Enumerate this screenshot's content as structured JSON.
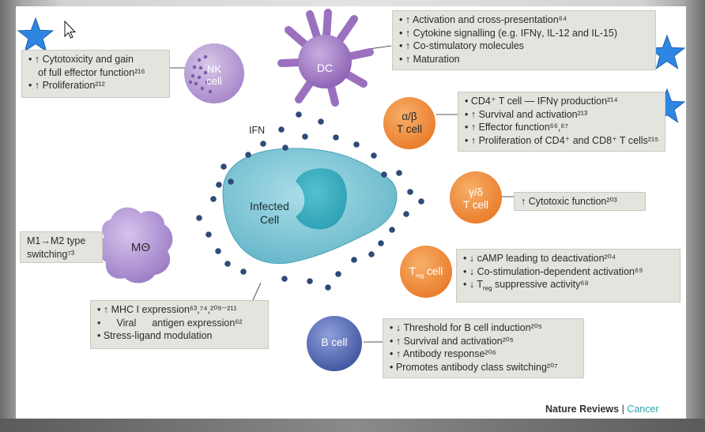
{
  "diagram": {
    "cells": {
      "nk": {
        "line1": "NK",
        "line2": "cell"
      },
      "dc": {
        "label": "DC"
      },
      "ab": {
        "line1": "α/β",
        "line2": "T cell"
      },
      "gd": {
        "line1": "γ/δ",
        "line2": "T cell"
      },
      "treg": {
        "label": "cell",
        "t": "T",
        "sub": "reg"
      },
      "b": {
        "label": "B cell"
      },
      "mo": {
        "label": "MΘ"
      },
      "infected": {
        "line1": "Infected",
        "line2": "Cell"
      }
    },
    "ifn_label": "IFN",
    "boxes": {
      "nk": [
        "• ↑ Cytotoxicity and gain",
        "of full effector function²¹⁶",
        "• ↑ Proliferation²¹²"
      ],
      "dc": [
        "• ↑ Activation and cross-presentation⁶⁴",
        "• ↑ Cytokine signalling (e.g. IFNγ, IL-12 and IL-15)",
        "• ↑ Co-stimulatory molecules",
        "• ↑ Maturation"
      ],
      "ab": [
        "• CD4⁺ T cell — IFNγ production²¹⁴",
        "• ↑ Survival and activation²¹³",
        "• ↑ Effector function⁶⁶,⁶⁷",
        "• ↑ Proliferation of CD4⁺ and CD8⁺ T cells²¹⁵"
      ],
      "gd": [
        "↑ Cytotoxic function²⁰³"
      ],
      "treg": {
        "line1": "• ↓ cAMP leading to deactivation²⁰⁴",
        "line2": "• ↓ Co-stimulation-dependent activation⁶⁹",
        "line3_pre": "• ↓ T",
        "line3_sub": "reg",
        "line3_post": " suppressive activity⁶⁸"
      },
      "b": [
        "• ↓ Threshold for B cell induction²⁰⁵",
        "• ↑ Survival and activation²⁰⁵",
        "• ↑ Antibody response²⁰⁶",
        "• Promotes antibody class switching²⁰⁷"
      ],
      "mo": [
        "M1→M2 type",
        "switching⁷³"
      ],
      "infected": {
        "line1": "• ↑ MHC I expression⁶³,⁷⁴,²⁰⁹⁻²¹¹",
        "line2_bullet": "•",
        "line2_word": "Viral",
        "line2_rest": "antigen expression⁶²",
        "line3": "• Stress-ligand modulation"
      }
    },
    "footer": {
      "left": "Nature Reviews",
      "sep": " | ",
      "right": "Cancer"
    }
  },
  "colors": {
    "star": "#2f86e2",
    "nk_cell": "#b49bd0",
    "dc_cell": "#a37bc2",
    "t_cell": "#ef8b3b",
    "b_cell": "#5a6fb5",
    "infected_cell": "#7cc3d3",
    "ifn_dot": "#2f4a78"
  }
}
